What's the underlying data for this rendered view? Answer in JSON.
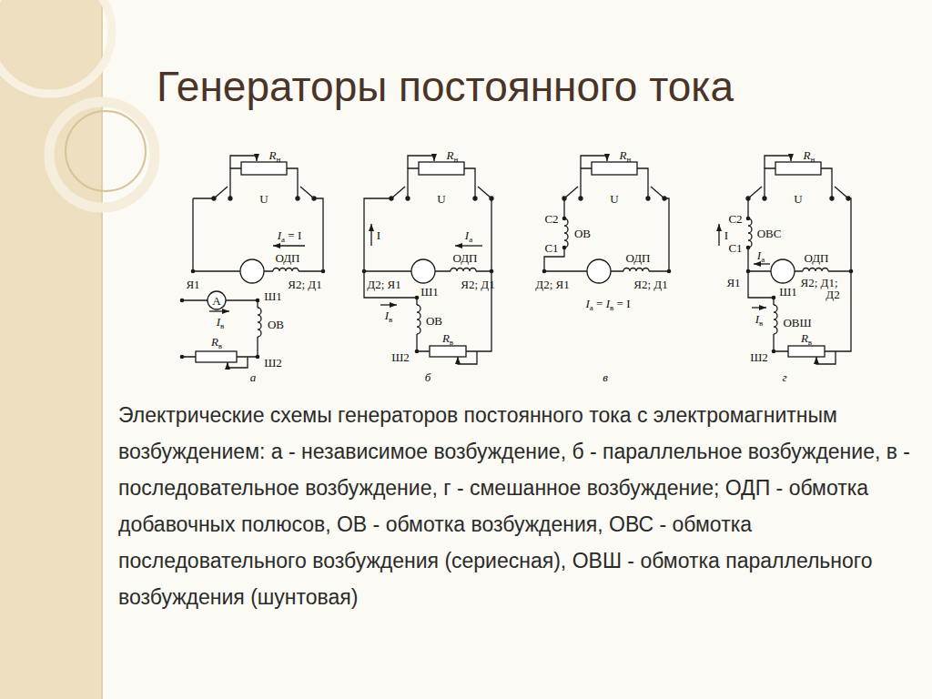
{
  "diagram": {
    "title": "Генераторы постоянного тока",
    "caption": "Электрические схемы генераторов постоянного тока с электромагнитным возбуждением: а - независимое возбуждение, б - параллельное возбуждение, в - последовательное возбуждение, г - смешанное возбуждение; ОДП - обмотка добавочных полюсов, ОВ - обмотка возбуждения, ОВС - обмотка последовательного возбуждения (сериесная), ОВШ - обмотка параллельного возбуждения (шунтовая)",
    "labels": [
      "Rн",
      "U",
      "Iа = I",
      "ОДП",
      "Я1",
      "Я2; Д1",
      "А",
      "Ш1",
      "Iв",
      "ОВ",
      "Rв",
      "Ш2",
      "а",
      "Rн",
      "U",
      "I",
      "Iа",
      "ОДП",
      "Д2; Я1",
      "Я2; Д1",
      "Ш1",
      "Iв",
      "ОВ",
      "Rв",
      "Ш2",
      "б",
      "Rн",
      "U",
      "С2",
      "ОВ",
      "С1",
      "ОДП",
      "Д2; Я1",
      "Я2; Д1",
      "Iа = Iв = I",
      "в",
      "Rн",
      "U",
      "С2",
      "ОВС",
      "I",
      "С1",
      "Iа",
      "ОДП",
      "Я1",
      "Я2; Д1;",
      "Д2",
      "Ш1",
      "Iв",
      "ОВШ",
      "Rв",
      "Ш2",
      "г"
    ]
  }
}
